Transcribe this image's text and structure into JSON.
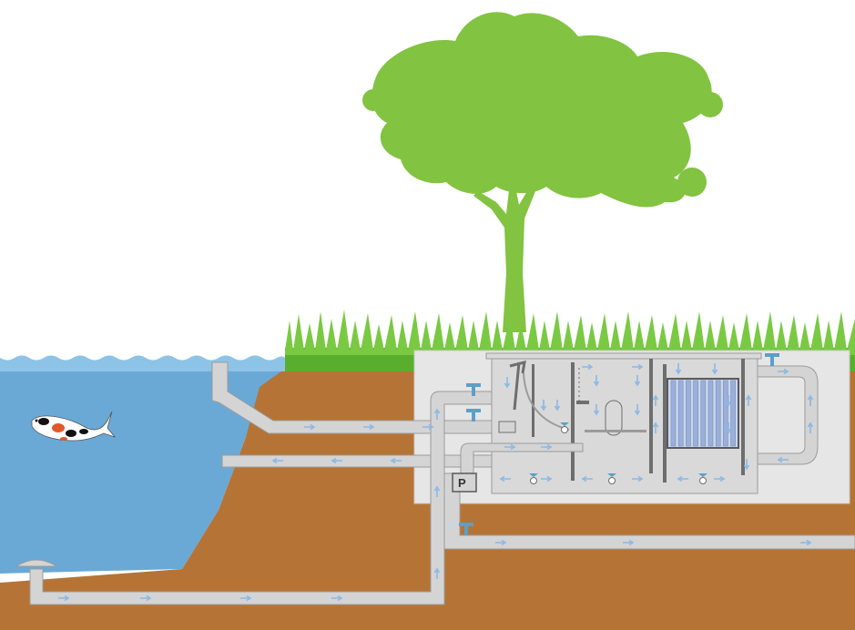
{
  "diagram": {
    "pump_label": "P",
    "components": [
      "pond",
      "koi-fish",
      "tree",
      "grass",
      "soil",
      "filter-chamber",
      "pump",
      "bottom-drain",
      "skimmer-inlet",
      "return-pipe",
      "bottom-drain-pipe",
      "waste-outlet-pipe",
      "uv-return-loop",
      "media-filter",
      "vortex-chamber",
      "settlement-chamber"
    ]
  },
  "colors": {
    "sky": "#ffffff",
    "water": "#6aa9d6",
    "water_light": "#8ec3e8",
    "soil": "#b57436",
    "grass": "#7ac943",
    "grass_dark": "#5aae2e",
    "tree": "#82c341",
    "tree_trunk": "#82c341",
    "chamber_outer": "#e6e6e6",
    "chamber_inner": "#d9d9d9",
    "pipe": "#d4d4d4",
    "pipe_edge": "#9b9b9b",
    "arrow": "#8ab8e6",
    "valve": "#5aa0c8",
    "media": "#9ab0d8"
  }
}
